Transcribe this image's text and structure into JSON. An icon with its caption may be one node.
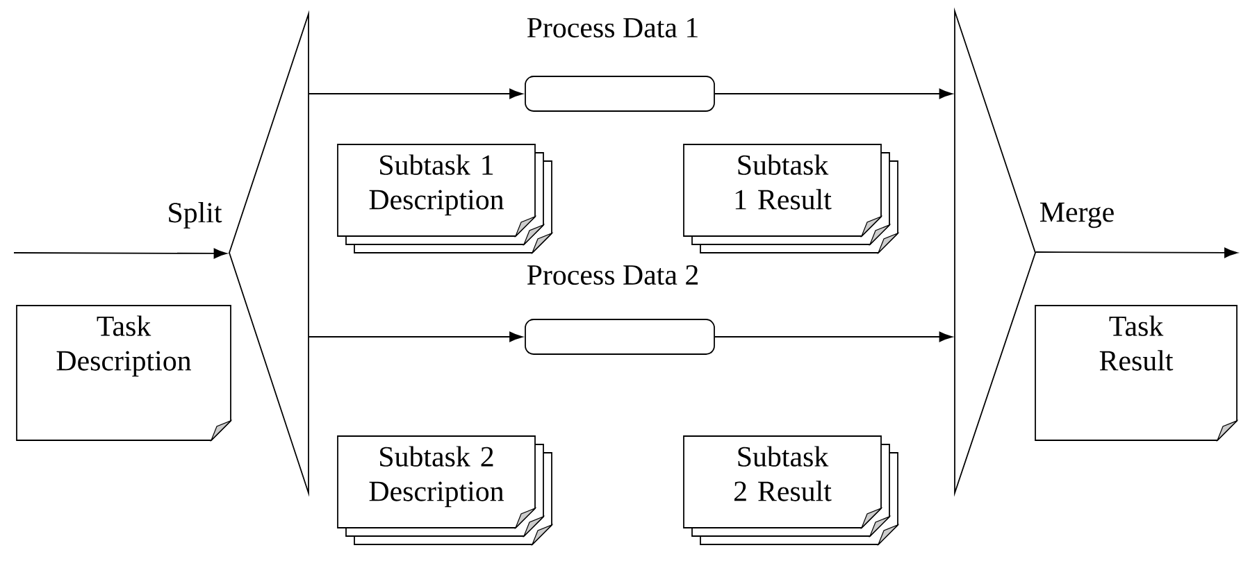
{
  "diagram": {
    "nodes": [
      {
        "text": [
          "Split"
        ]
      },
      {
        "text": [
          "Merge"
        ]
      },
      {
        "text": [
          "Process Data 1"
        ]
      },
      {
        "text": [
          "Process Data 2"
        ]
      },
      {
        "text": [
          "Task Description"
        ]
      },
      {
        "text": [
          "Subtask 1 Description"
        ]
      },
      {
        "text": [
          "Subtask 1 Result"
        ]
      },
      {
        "text": [
          "Subtask 2 Description"
        ]
      },
      {
        "text": [
          "Subtask 2 Result"
        ]
      },
      {
        "text": [
          "Task Result"
        ]
      }
    ],
    "edges": [
      {
        "from": null,
        "to": 0,
        "arrow": "to"
      },
      {
        "from": 0,
        "to": 2,
        "arrow": "to"
      },
      {
        "from": 2,
        "to": 1,
        "arrow": "to"
      },
      {
        "from": 0,
        "to": 3,
        "arrow": "to"
      },
      {
        "from": 3,
        "to": 1,
        "arrow": "to"
      },
      {
        "from": 1,
        "to": null,
        "arrow": "to"
      }
    ]
  }
}
